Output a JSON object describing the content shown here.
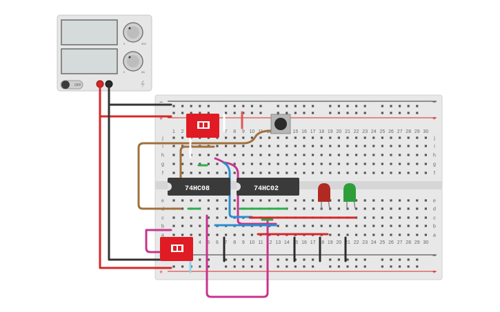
{
  "power_supply": {
    "off_label": "OFF",
    "brand_text": "",
    "voltage_knob": {
      "min_label": "0",
      "max_label": "30V"
    },
    "current_knob": {
      "min_label": "0",
      "max_label": "5A"
    }
  },
  "breadboard": {
    "columns": 30,
    "row_labels_top": [
      "j",
      "i",
      "h",
      "g",
      "f"
    ],
    "row_labels_bottom": [
      "e",
      "d",
      "c",
      "b",
      "a"
    ],
    "rail_plus": "+",
    "rail_minus": "−"
  },
  "chips": [
    {
      "label": "74HC08"
    },
    {
      "label": "74HC02"
    }
  ],
  "leds": [
    {
      "color": "#c0392b",
      "name": "red"
    },
    {
      "color": "#2e9e3a",
      "name": "green"
    }
  ],
  "colors": {
    "wire_red": "#d62828",
    "wire_black": "#333333",
    "wire_brown": "#a0703c",
    "wire_blue": "#2a8fd0",
    "wire_green": "#2cae4a",
    "wire_magenta": "#c8338e",
    "switch_red": "#e01b24",
    "chip_body": "#3a3a3a"
  }
}
